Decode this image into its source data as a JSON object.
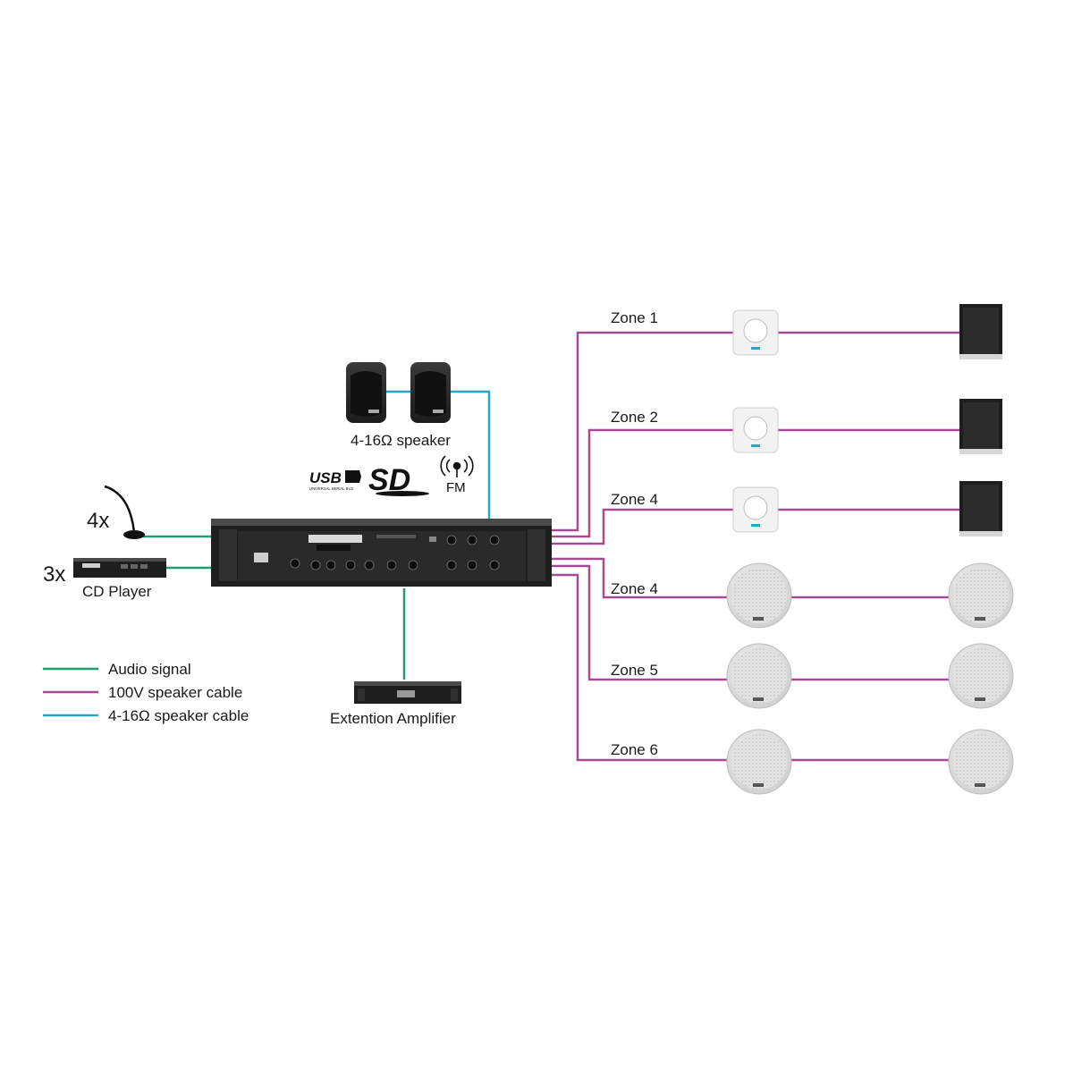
{
  "labels": {
    "speaker_4_16": "4-16Ω speaker",
    "mic_count": "4x",
    "cd_count": "3x",
    "cd_player": "CD Player",
    "extension_amplifier": "Extention Amplifier",
    "fm": "FM",
    "sd": "SD",
    "usb": "USB",
    "usb_sub": "UNIVERSAL SERIAL BUS"
  },
  "zones": [
    {
      "label": "Zone 1",
      "device": "volume-control"
    },
    {
      "label": "Zone 2",
      "device": "volume-control"
    },
    {
      "label": "Zone 4",
      "device": "volume-control"
    },
    {
      "label": "Zone 4",
      "device": "ceiling-speaker"
    },
    {
      "label": "Zone 5",
      "device": "ceiling-speaker"
    },
    {
      "label": "Zone 6",
      "device": "ceiling-speaker"
    }
  ],
  "legend": [
    {
      "label": "Audio signal",
      "color": "#1f9e6e"
    },
    {
      "label": "100V speaker cable",
      "color": "#a64a92"
    },
    {
      "label": "4-16Ω speaker cable",
      "color": "#2aa6c4"
    }
  ],
  "colors": {
    "audio": "#1f9e6e",
    "speaker_100v": "#a64a92",
    "speaker_low_z": "#2aa6c4",
    "device_dark": "#2a2a2a"
  }
}
